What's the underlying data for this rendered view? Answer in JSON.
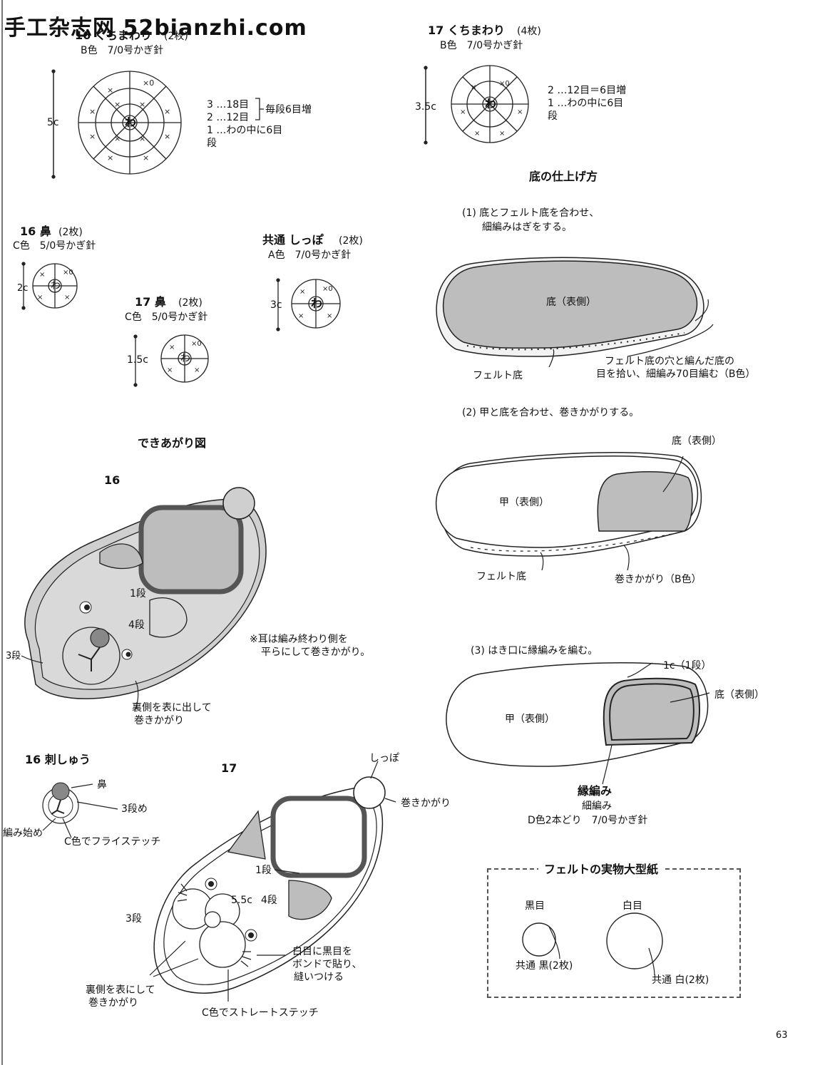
{
  "header": {
    "site": "手工杂志网 52bianzhi.com"
  },
  "mouth16": {
    "title": "16 くちまわり",
    "count": "(2枚)",
    "sub": "B色　7/0号かぎ針",
    "size": "5c",
    "center": "わ",
    "rows": [
      "3 …18目",
      "2 …12目",
      "1 …わの中に6目",
      "段"
    ],
    "note": "毎段6目増"
  },
  "mouth17": {
    "title": "17 くちまわり",
    "count": "(4枚)",
    "sub": "B色　7/0号かぎ針",
    "size": "3.5c",
    "center": "わ",
    "rows": [
      "2 …12目＝6目増",
      "1 …わの中に6目",
      "段"
    ]
  },
  "nose16": {
    "title": "16 鼻",
    "count": "(2枚)",
    "sub": "C色　5/0号かぎ針",
    "size": "2c",
    "center": "わ"
  },
  "nose17": {
    "title": "17 鼻",
    "count": "(2枚)",
    "sub": "C色　5/0号かぎ針",
    "size": "1.5c",
    "center": "わ"
  },
  "tail": {
    "title": "共通 しっぽ",
    "count": "(2枚)",
    "sub": "A色　7/0号かぎ針",
    "size": "3c",
    "center": "わ"
  },
  "sole_finish": {
    "title": "底の仕上げ方",
    "step1": [
      "(1) 底とフェルト底を合わせ、",
      "細編みはぎをする。"
    ],
    "step1_sole": "底（表側）",
    "step1_felt": "フェルト底",
    "step1_note": [
      "フェルト底の穴と編んだ底の",
      "目を拾い、細編み70目編む（B色）"
    ],
    "step2": "(2) 甲と底を合わせ、巻きかがりする。",
    "step2_sole": "底（表側）",
    "step2_upper": "甲（表側）",
    "step2_felt": "フェルト底",
    "step2_whip": "巻きかがり（B色）",
    "step3": "(3) はき口に縁編みを編む。",
    "step3_row": "1c（1段）",
    "step3_sole": "底（表側）",
    "step3_upper": "甲（表側）",
    "edge_title": "縁編み",
    "edge_sub": "細編み",
    "edge_yarn": "D色2本どり　7/0号かぎ針"
  },
  "finished": {
    "title": "できあがり図",
    "num16": "16",
    "row1": "1段",
    "row4": "4段",
    "row3": "3段",
    "wrong_side": [
      "裏側を表に出して",
      "巻きかがり"
    ],
    "ear_note": [
      "※耳は編み終わり側を",
      "平らにして巻きかがり。"
    ]
  },
  "emb16": {
    "title": "16 刺しゅう",
    "nose": "鼻",
    "row3": "3段め",
    "start": "編み始め",
    "fly": "C色でフライステッチ"
  },
  "s17": {
    "num": "17",
    "tail": "しっぽ",
    "whip": "巻きかがり",
    "row1": "1段",
    "size": "5.5c",
    "row4": "4段",
    "row3": "3段",
    "eye_note": [
      "白目に黒目を",
      "ボンドで貼り、",
      "縫いつける"
    ],
    "wrong_side": [
      "裏側を表にして",
      "巻きかがり"
    ],
    "straight": "C色でストレートステッチ"
  },
  "felt": {
    "title": "フェルトの実物大型紙",
    "black_label": "黒目",
    "white_label": "白目",
    "black_count": "共通 黒(2枚)",
    "white_count": "共通 白(2枚)"
  },
  "page_number": "63"
}
